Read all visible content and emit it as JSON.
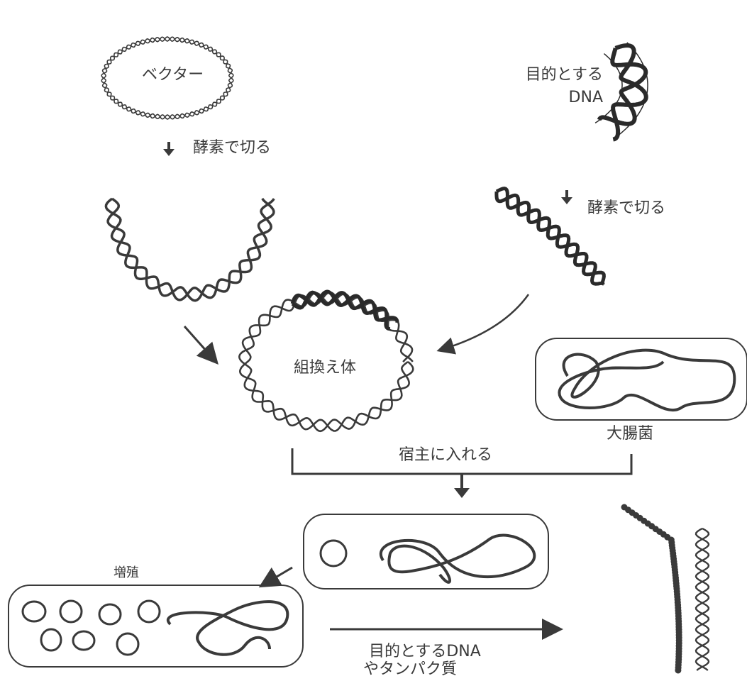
{
  "labels": {
    "vector": "ベクター",
    "cut_enzyme_left": "酵素で切る",
    "target_dna_line1": "目的とする",
    "target_dna_line2": "DNA",
    "cut_enzyme_right": "酵素で切る",
    "recombinant": "組換え体",
    "ecoli": "大腸菌",
    "insert_host": "宿主に入れる",
    "proliferation": "増殖",
    "product_line1": "目的とするDNA",
    "product_line2": "やタンパク質"
  },
  "colors": {
    "ink": "#3a3a3a",
    "dark_ink": "#2a2a2a",
    "paper": "#ffffff"
  }
}
